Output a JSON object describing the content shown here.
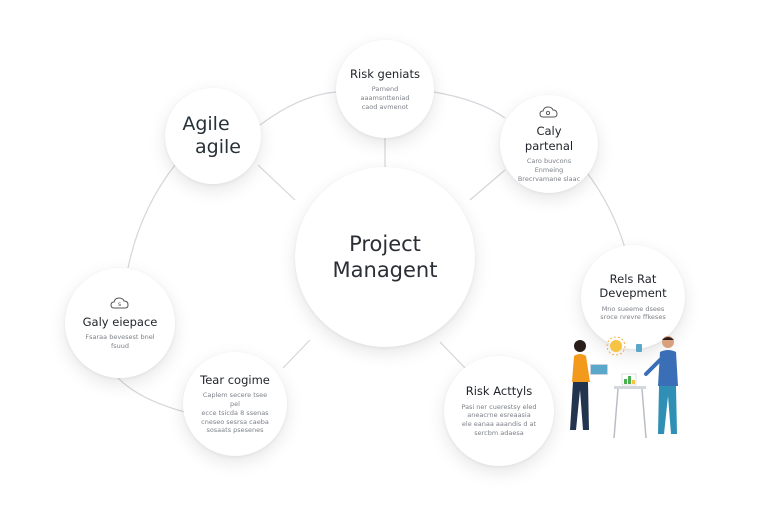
{
  "center": {
    "line1": "Project",
    "line2": "Managent"
  },
  "agile": {
    "line1": "Agile",
    "line2": "agile"
  },
  "nodes": {
    "risk_geniats": {
      "title": "Risk geniats",
      "desc1": "Parnend  aaamsntteniad",
      "desc2": "caod  avmenot"
    },
    "caly_partenal": {
      "title": "Caly partenal",
      "desc1": "Caro  buvcons  Enmeing",
      "desc2": "Brecrvamane  slaac"
    },
    "rels_rat": {
      "title1": "Rels Rat",
      "title2": "Devepment",
      "desc1": "Mno  sueeme  dsees",
      "desc2": "sroce  nrevre  ffkeses"
    },
    "gaely_eiepace": {
      "title": "Galy eiepace",
      "desc1": "Fsaraa  bevesest  bnel",
      "desc2": "fsuud"
    },
    "tear_cogime": {
      "title": "Tear cogime",
      "desc1": "Caplem  secere  tsee  pel",
      "desc2": "ecce  tsicda  8  ssenas",
      "desc3": "cneseo  sesrsa  caeba",
      "desc4": "sosaats  psesenes"
    },
    "risk_acttyls": {
      "title": "Risk Acttyls",
      "desc1": "Pasi  ner  cuerestsy  eled",
      "desc2": "aneacrne  esreaasia",
      "desc3": "ele  eanaa  aaandis  d  at",
      "desc4": "sercbm  adaesa"
    }
  },
  "colors": {
    "node_fill": "#ffffff",
    "connector": "#d3d6da",
    "person_shirt_orange": "#f39a1c",
    "person_shirt_blue": "#3a6fb8",
    "laptop_screen": "#5aa7c9",
    "chart_green": "#4caf50"
  },
  "icons": [
    "cloud-head-icon",
    "cloud-head-icon",
    "idea-bulb-icon"
  ]
}
